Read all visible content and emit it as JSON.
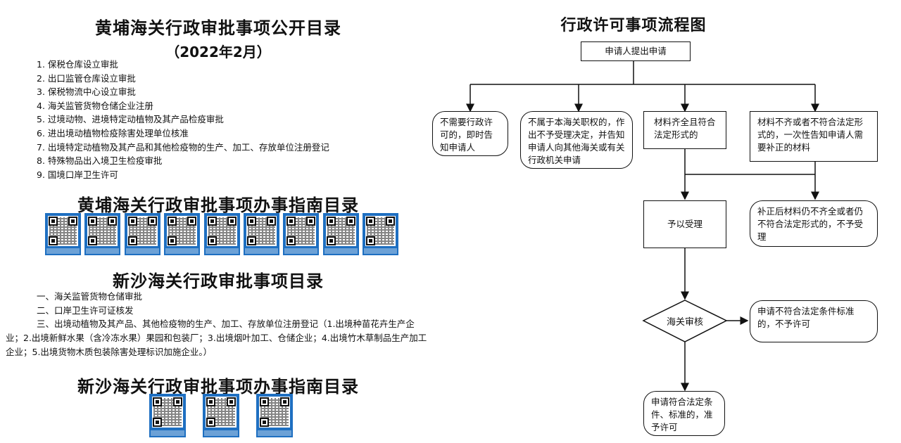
{
  "left": {
    "title1": "黄埔海关行政审批事项公开目录",
    "subtitle1": "（2022年2月）",
    "list1": [
      "1. 保税仓库设立审批",
      "2. 出口监管仓库设立审批",
      "3. 保税物流中心设立审批",
      "4. 海关监管货物仓储企业注册",
      "5. 过境动物、进境特定动植物及其产品检疫审批",
      "6. 进出境动植物检疫除害处理单位核准",
      "7. 出境特定动植物及其产品和其他检疫物的生产、加工、存放单位注册登记",
      "8. 特殊物品出入境卫生检疫审批",
      "9. 国境口岸卫生许可"
    ],
    "title2": "黄埔海关行政审批事项办事指南目录",
    "title3": "新沙海关行政审批事项目录",
    "list2": [
      "一、海关监管货物仓储审批",
      "二、口岸卫生许可证核发"
    ],
    "item3": "三、出境动植物及其产品、其他检疫物的生产、加工、存放单位注册登记（1.出境种苗花卉生产企业；2.出境新鲜水果（含冷冻水果）果园和包装厂；3.出境烟叶加工、仓储企业；4.出境竹木草制品生产加工企业；5.出境货物木质包装除害处理标识加施企业。）",
    "title4": "新沙海关行政审批事项办事指南目录"
  },
  "flow": {
    "title": "行政许可事项流程图",
    "start": "申请人提出申请",
    "branch1": "不需要行政许可的，即时告知申请人",
    "branch2": "不属于本海关职权的，作出不予受理决定，并告知申请人向其他海关或有关行政机关申请",
    "branch3": "材料齐全且符合法定形式的",
    "branch4": "材料不齐或者不符合法定形式的，一次性告知申请人需要补正的材料",
    "accept": "予以受理",
    "reject_after_fix": "补正后材料仍不齐全或者仍不符合法定形式的，不予受理",
    "review": "海关审核",
    "deny": "申请不符合法定条件标准的，不予许可",
    "approve": "申请符合法定条件、标准的，准予许可"
  }
}
